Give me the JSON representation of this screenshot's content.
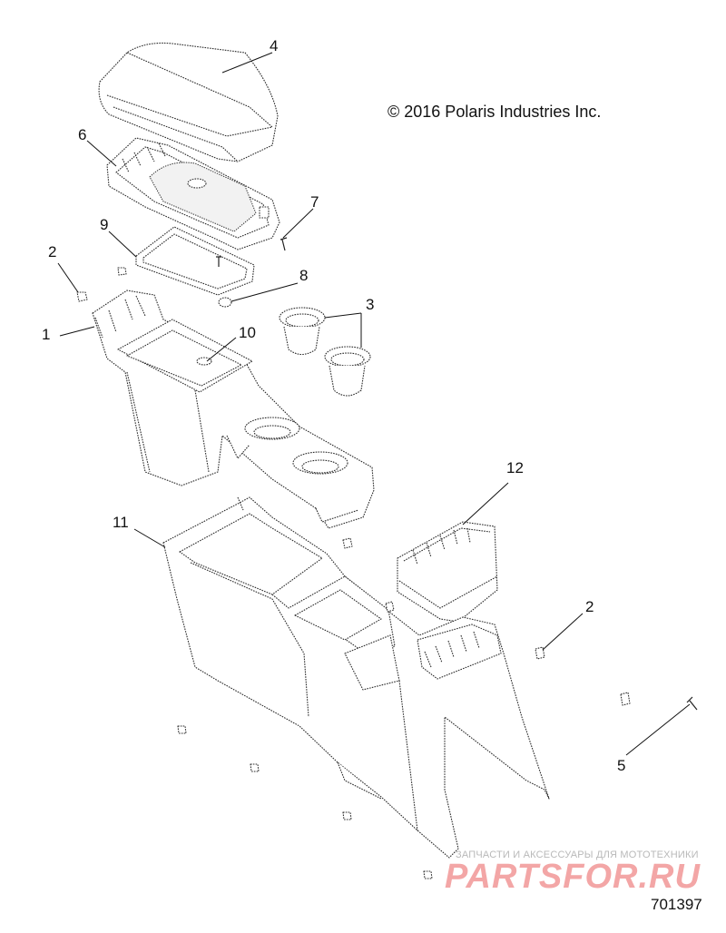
{
  "copyright": "© 2016 Polaris Industries Inc.",
  "drawing_number": "701397",
  "watermark": {
    "tagline": "ЗАПЧАСТИ И АКСЕССУАРЫ ДЛЯ МОТОТЕХНИКИ",
    "brand": "PARTSFOR.RU"
  },
  "callouts": {
    "c1": "1",
    "c2a": "2",
    "c2b": "2",
    "c3": "3",
    "c4": "4",
    "c5": "5",
    "c6": "6",
    "c7": "7",
    "c8": "8",
    "c9": "9",
    "c10": "10",
    "c11": "11",
    "c12": "12"
  }
}
